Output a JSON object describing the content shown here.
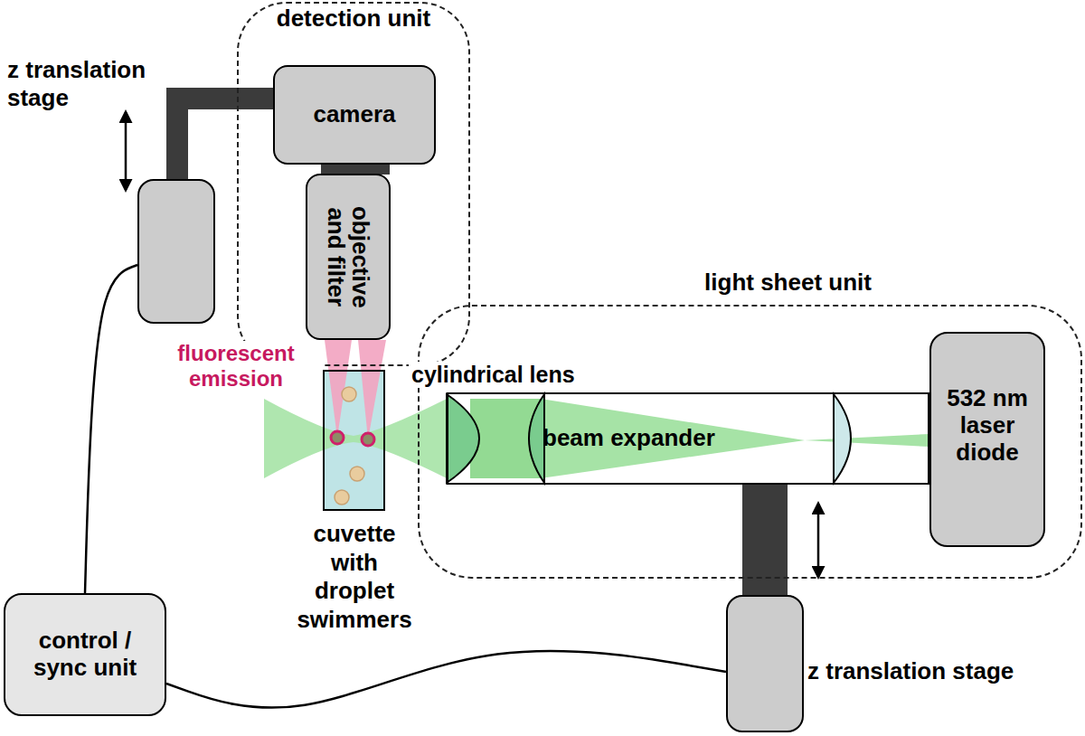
{
  "diagram": {
    "nodes": [
      {
        "text": [
          "z translation stage"
        ]
      },
      {
        "text": [
          "detection unit"
        ]
      },
      {
        "text": [
          "camera"
        ],
        "in": 1
      },
      {
        "text": [
          "objective and filter"
        ],
        "in": 1
      },
      {
        "text": [
          "light sheet unit"
        ]
      },
      {
        "text": [
          "beam expander"
        ],
        "in": 4
      },
      {
        "text": [
          "532 nm laser diode"
        ],
        "in": 4
      },
      {
        "text": [
          "cuvette with droplet swimmers"
        ]
      },
      {
        "text": [
          "control / sync unit"
        ]
      },
      {
        "text": [
          "z translation stage"
        ]
      }
    ],
    "edges": [
      {
        "from": 0,
        "to": 2,
        "arrow": "none"
      },
      {
        "from": 9,
        "to": 5,
        "arrow": "none"
      },
      {
        "from": 8,
        "to": 0,
        "arrow": "none"
      },
      {
        "from": 8,
        "to": 9,
        "arrow": "none"
      }
    ],
    "labels": [
      "fluorescent emission",
      "cylindrical lens"
    ]
  }
}
